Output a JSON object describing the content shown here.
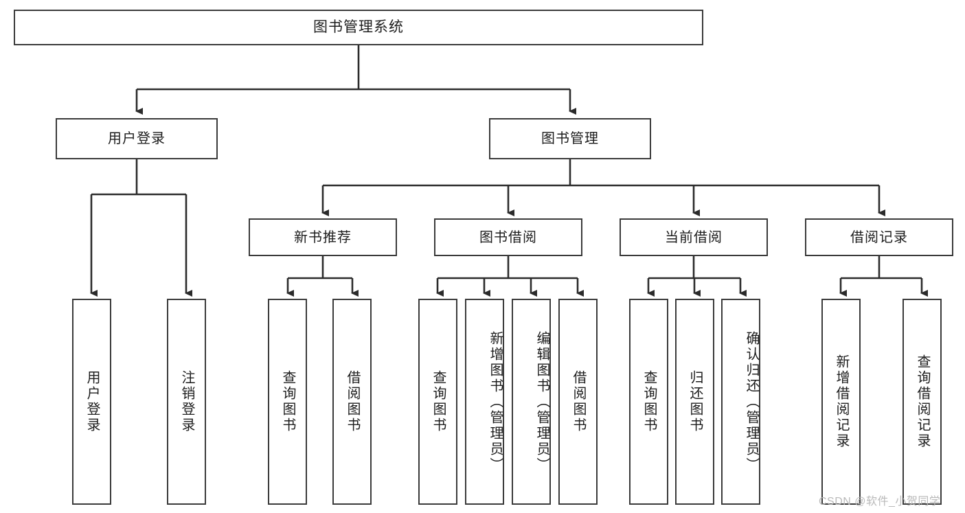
{
  "diagram": {
    "type": "tree-hierarchy-chart",
    "title": "图书管理系统",
    "watermark": "CSDN @软件_小贺同学",
    "colors": {
      "box_border": "#3a3a3a",
      "box_fill": "#ffffff",
      "connector": "#2b2b2b",
      "text": "#1d1d1d",
      "watermark": "#b9b9b9",
      "background": "#ffffff"
    },
    "levels": {
      "root": "图书管理系统",
      "level2": [
        "用户登录",
        "图书管理"
      ],
      "level3": [
        "新书推荐",
        "图书借阅",
        "当前借阅",
        "借阅记录"
      ]
    },
    "nodes": {
      "root": {
        "label": "图书管理系统"
      },
      "user_login": {
        "label": "用户登录"
      },
      "book_manage": {
        "label": "图书管理"
      },
      "new_book_rec": {
        "label": "新书推荐"
      },
      "book_borrow": {
        "label": "图书借阅"
      },
      "current_borrow": {
        "label": "当前借阅"
      },
      "borrow_record": {
        "label": "借阅记录"
      },
      "leaf_user_login": {
        "label": "用户登录"
      },
      "leaf_user_logout": {
        "label": "注销登录"
      },
      "leaf_query_book_1": {
        "label": "查询图书"
      },
      "leaf_borrow_book_1": {
        "label": "借阅图书"
      },
      "leaf_query_book_2": {
        "label": "查询图书"
      },
      "leaf_add_book": {
        "label": "新增图书（管理员）"
      },
      "leaf_edit_book": {
        "label": "编辑图书（管理员）"
      },
      "leaf_borrow_book_2": {
        "label": "借阅图书"
      },
      "leaf_query_book_3": {
        "label": "查询图书"
      },
      "leaf_return_book": {
        "label": "归还图书"
      },
      "leaf_confirm_return": {
        "label": "确认归还（管理员）"
      },
      "leaf_add_record": {
        "label": "新增借阅记录"
      },
      "leaf_query_record": {
        "label": "查询借阅记录"
      }
    },
    "edges": [
      {
        "from": "root",
        "to": "user_login"
      },
      {
        "from": "root",
        "to": "book_manage"
      },
      {
        "from": "user_login",
        "to": "leaf_user_login"
      },
      {
        "from": "user_login",
        "to": "leaf_user_logout"
      },
      {
        "from": "book_manage",
        "to": "new_book_rec"
      },
      {
        "from": "book_manage",
        "to": "book_borrow"
      },
      {
        "from": "book_manage",
        "to": "current_borrow"
      },
      {
        "from": "book_manage",
        "to": "borrow_record"
      },
      {
        "from": "new_book_rec",
        "to": "leaf_query_book_1"
      },
      {
        "from": "new_book_rec",
        "to": "leaf_borrow_book_1"
      },
      {
        "from": "book_borrow",
        "to": "leaf_query_book_2"
      },
      {
        "from": "book_borrow",
        "to": "leaf_add_book"
      },
      {
        "from": "book_borrow",
        "to": "leaf_edit_book"
      },
      {
        "from": "book_borrow",
        "to": "leaf_borrow_book_2"
      },
      {
        "from": "current_borrow",
        "to": "leaf_query_book_3"
      },
      {
        "from": "current_borrow",
        "to": "leaf_return_book"
      },
      {
        "from": "current_borrow",
        "to": "leaf_confirm_return"
      },
      {
        "from": "borrow_record",
        "to": "leaf_add_record"
      },
      {
        "from": "borrow_record",
        "to": "leaf_query_record"
      }
    ]
  }
}
